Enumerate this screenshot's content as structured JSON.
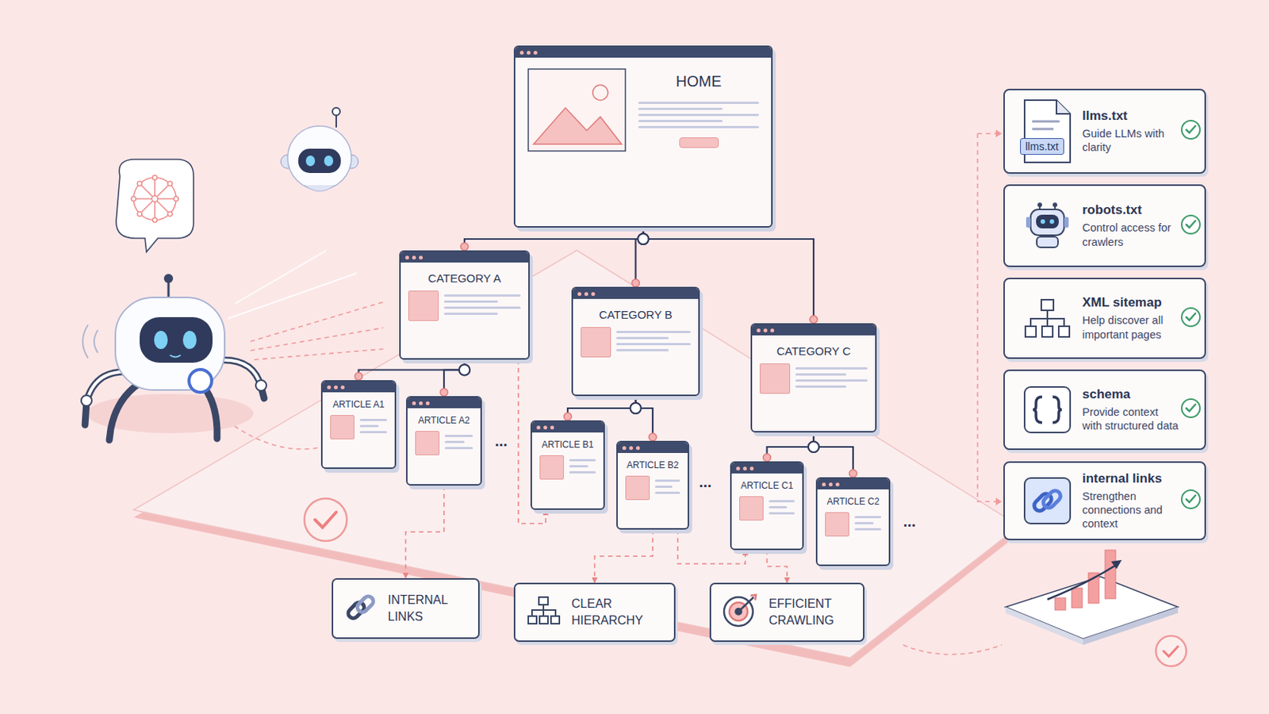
{
  "diagram": {
    "nodes": [
      {
        "text": [
          "HOME"
        ]
      },
      {
        "text": [
          "CATEGORY A"
        ]
      },
      {
        "text": [
          "CATEGORY B"
        ]
      },
      {
        "text": [
          "CATEGORY C"
        ]
      },
      {
        "text": [
          "ARTICLE A1"
        ]
      },
      {
        "text": [
          "ARTICLE A2"
        ]
      },
      {
        "text": [
          "ARTICLE B1"
        ]
      },
      {
        "text": [
          "ARTICLE B2"
        ]
      },
      {
        "text": [
          "ARTICLE C1"
        ]
      },
      {
        "text": [
          "ARTICLE C2"
        ]
      },
      {
        "text": [
          "llms.txt",
          "Guide LLMs with clarity"
        ]
      },
      {
        "text": [
          "robots.txt",
          "Control access for crawlers"
        ]
      },
      {
        "text": [
          "XML sitemap",
          "Help discover all important pages"
        ]
      },
      {
        "text": [
          "schema",
          "Provide context with structured data"
        ]
      },
      {
        "text": [
          "internal links",
          "Strengthen connections and context"
        ]
      },
      {
        "text": [
          "INTERNAL LINKS"
        ]
      },
      {
        "text": [
          "CLEAR HIERARCHY"
        ]
      },
      {
        "text": [
          "EFFICIENT CRAWLING"
        ]
      }
    ],
    "edges": [
      {
        "from": 0,
        "to": 1,
        "arrow": "none"
      },
      {
        "from": 0,
        "to": 2,
        "arrow": "none"
      },
      {
        "from": 0,
        "to": 3,
        "arrow": "none"
      },
      {
        "from": 1,
        "to": 4,
        "arrow": "none"
      },
      {
        "from": 1,
        "to": 5,
        "arrow": "none"
      },
      {
        "from": 2,
        "to": 6,
        "arrow": "none"
      },
      {
        "from": 2,
        "to": 7,
        "arrow": "none"
      },
      {
        "from": 3,
        "to": 8,
        "arrow": "none"
      },
      {
        "from": 3,
        "to": 9,
        "arrow": "none"
      },
      {
        "from": 1,
        "to": 6,
        "arrow": "to"
      },
      {
        "from": 7,
        "to": 8,
        "arrow": "to"
      },
      {
        "from": 5,
        "to": 15,
        "arrow": "to"
      },
      {
        "from": 7,
        "to": 16,
        "arrow": "to"
      },
      {
        "from": 8,
        "to": 17,
        "arrow": "to"
      }
    ],
    "labels": [
      "llms.txt",
      "...",
      "...",
      "..."
    ]
  }
}
